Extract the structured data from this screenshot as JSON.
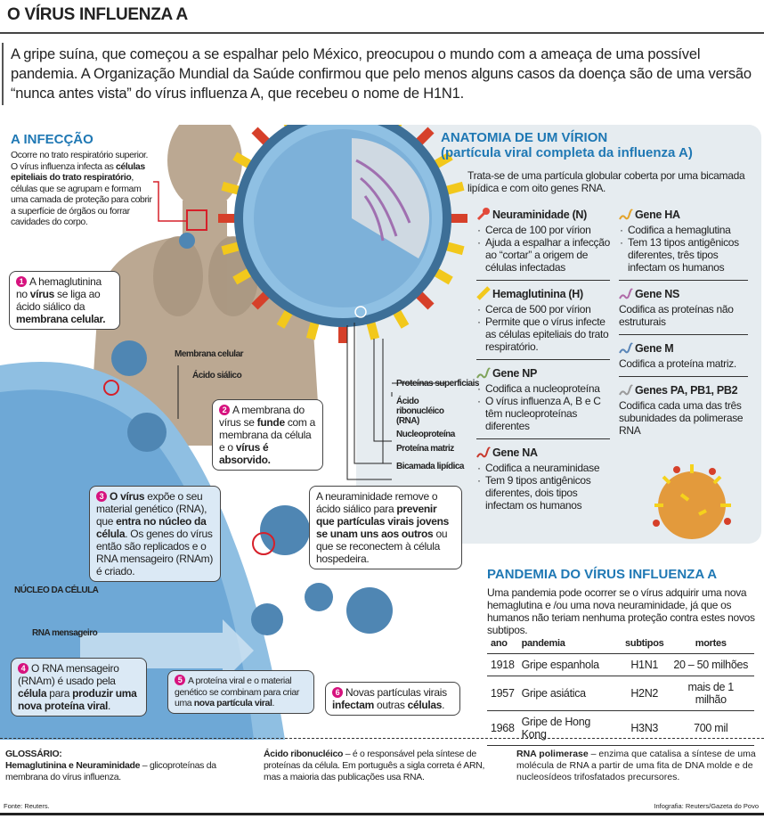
{
  "title": "O VÍRUS INFLUENZA A",
  "intro": "A gripe suína, que começou a se espalhar pelo México, preocupou o mundo com a ameaça de uma possível pandemia. A Organização Mundial da Saúde confirmou que pelo menos alguns casos da doença são de uma versão “nunca antes vista” do vírus influenza A, que recebeu o nome de H1N1.",
  "infeccao": {
    "heading": "A INFECÇÃO",
    "text": [
      {
        "t": "Ocorre no trato respiratório superior. O vírus influenza infecta as "
      },
      {
        "t": "células epiteliais do trato respiratório",
        "b": true
      },
      {
        "t": ", células que se agrupam e formam uma camada de proteção para cobrir a superfície de órgãos ou forrar cavidades do corpo."
      }
    ]
  },
  "steps": {
    "s1": {
      "num": "1",
      "text": [
        {
          "t": "A hemaglutinina no "
        },
        {
          "t": "vírus",
          "b": true
        },
        {
          "t": " se liga ao ácido siálico da "
        },
        {
          "t": "membrana celular.",
          "b": true
        }
      ]
    },
    "s2": {
      "num": "2",
      "text": [
        {
          "t": "A membrana do vírus se "
        },
        {
          "t": "funde",
          "b": true
        },
        {
          "t": " com a membrana da célula e o "
        },
        {
          "t": "vírus é absorvido.",
          "b": true
        }
      ]
    },
    "s3": {
      "num": "3",
      "text": [
        {
          "t": "O vírus",
          "b": true
        },
        {
          "t": " expõe o seu material genético (RNA), que "
        },
        {
          "t": "entra no núcleo da célula",
          "b": true
        },
        {
          "t": ". Os genes do vírus então são replicados e o RNA mensageiro (RNAm) é criado."
        }
      ]
    },
    "s4": {
      "num": "4",
      "text": [
        {
          "t": "O RNA mensageiro (RNAm) é usado pela "
        },
        {
          "t": "célula",
          "b": true
        },
        {
          "t": " para "
        },
        {
          "t": "produzir uma nova proteína viral",
          "b": true
        },
        {
          "t": "."
        }
      ]
    },
    "s5": {
      "num": "5",
      "text": [
        {
          "t": "A proteína viral e o material genético se combinam para criar uma "
        },
        {
          "t": "nova partícula viral",
          "b": true
        },
        {
          "t": "."
        }
      ]
    },
    "s6": {
      "num": "6",
      "text": [
        {
          "t": "Novas partículas virais "
        },
        {
          "t": "infectam",
          "b": true
        },
        {
          "t": " outras "
        },
        {
          "t": "células",
          "b": true
        },
        {
          "t": "."
        }
      ]
    },
    "neur": {
      "text": [
        {
          "t": "A neuraminidade remove o ácido siálico para "
        },
        {
          "t": "prevenir que partículas virais jovens se unam uns aos outros",
          "b": true
        },
        {
          "t": " ou que se reconectem à célula hospedeira."
        }
      ]
    }
  },
  "labels": {
    "membrana": "Membrana celular",
    "acido_sialico": "Ácido siálico",
    "nucleo": "NÚCLEO DA CÉLULA",
    "rna_mensageiro": "RNA mensageiro",
    "proteinas_superficiais": "Proteínas superficiais",
    "acido_ribonucleico": "Ácido ribonucléico (RNA)",
    "nucleoproteina": "Nucleoproteína",
    "proteina_matriz": "Proteína matriz",
    "bicamada": "Bicamada lipídica"
  },
  "anatomia": {
    "heading1": "ANATOMIA DE UM VÍRION",
    "heading2": "(partícula viral completa da influenza A)",
    "intro": "Trata-se de uma partícula globular coberta por uma bicamada lipídica e com oito genes RNA.",
    "left": [
      {
        "title": "Neuraminidade (N)",
        "icon": "neuraminidase-icon",
        "color": "#e2493a",
        "bullets": [
          "Cerca de 100 por vírion",
          "Ajuda a espalhar a infecção ao “cortar” a origem de células infectadas"
        ]
      },
      {
        "title": "Hemaglutinina (H)",
        "icon": "hemagglutinin-icon",
        "color": "#f2c81c",
        "bullets": [
          "Cerca de 500 por vírion",
          "Permite que o vírus infecte as células epiteliais do trato respiratório."
        ]
      },
      {
        "title": "Gene NP",
        "icon": "gene-np-icon",
        "color": "#7fa35a",
        "bullets": [
          "Codifica a nucleoproteína",
          "O vírus influenza A, B e C têm nucleoproteínas diferentes"
        ]
      },
      {
        "title": "Gene NA",
        "icon": "gene-na-icon",
        "color": "#c8382c",
        "bullets": [
          "Codifica a neuraminidase",
          "Tem 9 tipos antigênicos diferentes, dois tipos infectam os humanos"
        ]
      }
    ],
    "right": [
      {
        "title": "Gene HA",
        "icon": "gene-ha-icon",
        "color": "#e3a32a",
        "bullets": [
          "Codifica a hemaglutina",
          "Tem 13 tipos antigênicos diferentes, três tipos infectam os humanos"
        ]
      },
      {
        "title": "Gene NS",
        "icon": "gene-ns-icon",
        "color": "#b06aa8",
        "text": "Codifica as proteínas não estruturais"
      },
      {
        "title": "Gene M",
        "icon": "gene-m-icon",
        "color": "#5a86b8",
        "text": "Codifica a proteína matriz."
      },
      {
        "title": "Genes PA, PB1, PB2",
        "icon": "gene-pa-icon",
        "color": "#9a9a9a",
        "text": "Codifica cada uma das três subunidades da polimerase RNA"
      }
    ]
  },
  "pandemia": {
    "heading": "PANDEMIA DO VÍRUS INFLUENZA A",
    "intro": "Uma pandemia pode ocorrer se o vírus adquirir uma nova hemaglutina e /ou uma nova neuraminidade, já que os humanos não teriam nenhuma proteção contra estes novos subtipos.",
    "columns": [
      "ano",
      "pandemia",
      "subtipos",
      "mortes"
    ],
    "rows": [
      [
        "1918",
        "Gripe espanhola",
        "H1N1",
        "20 – 50 milhões"
      ],
      [
        "1957",
        "Gripe asiática",
        "H2N2",
        "mais de 1 milhão"
      ],
      [
        "1968",
        "Gripe de Hong Kong",
        "H3N3",
        "700 mil"
      ]
    ]
  },
  "glossario": {
    "heading": "GLOSSÁRIO:",
    "items": [
      {
        "term": "Hemaglutinina e Neuraminidade",
        "def": " – glicoproteínas da membrana do vírus influenza."
      },
      {
        "term": "Ácido ribonucléico",
        "def": " – é o responsável pela síntese de proteínas da célula. Em português a sigla correta é ARN, mas a maioria das publicações usa RNA."
      },
      {
        "term": "RNA polimerase",
        "def": " – enzima que catalisa a síntese de uma molécula de RNA a partir de uma fita de DNA molde e de nucleosídeos trifosfatados precursores."
      }
    ]
  },
  "fonte": "Fonte: Reuters.",
  "credito": "Infografia: Reuters/Gazeta do Povo",
  "colors": {
    "accent": "#1f78b4",
    "step": "#d6127e",
    "panel": "#e6ecf0",
    "cell": "#7fb3dc",
    "skin": "#b9a58e",
    "virus": "#4f86b3"
  }
}
